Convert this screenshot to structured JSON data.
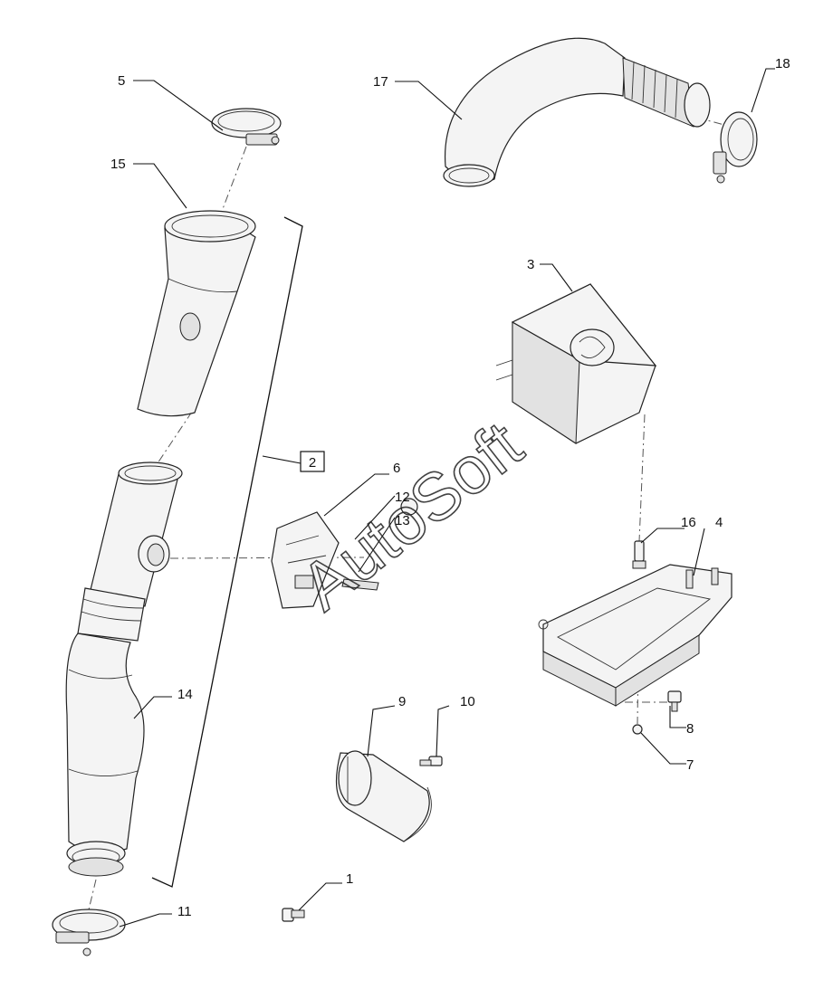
{
  "watermark": "AutoSoft",
  "group_label": "2",
  "callouts": [
    {
      "id": "c1",
      "text": "1"
    },
    {
      "id": "c3",
      "text": "3"
    },
    {
      "id": "c4",
      "text": "4"
    },
    {
      "id": "c5",
      "text": "5"
    },
    {
      "id": "c6",
      "text": "6"
    },
    {
      "id": "c7",
      "text": "7"
    },
    {
      "id": "c8",
      "text": "8"
    },
    {
      "id": "c9",
      "text": "9"
    },
    {
      "id": "c10",
      "text": "10"
    },
    {
      "id": "c11",
      "text": "11"
    },
    {
      "id": "c12",
      "text": "12"
    },
    {
      "id": "c13",
      "text": "13"
    },
    {
      "id": "c14",
      "text": "14"
    },
    {
      "id": "c15",
      "text": "15"
    },
    {
      "id": "c16",
      "text": "16"
    },
    {
      "id": "c17",
      "text": "17"
    },
    {
      "id": "c18",
      "text": "18"
    }
  ]
}
